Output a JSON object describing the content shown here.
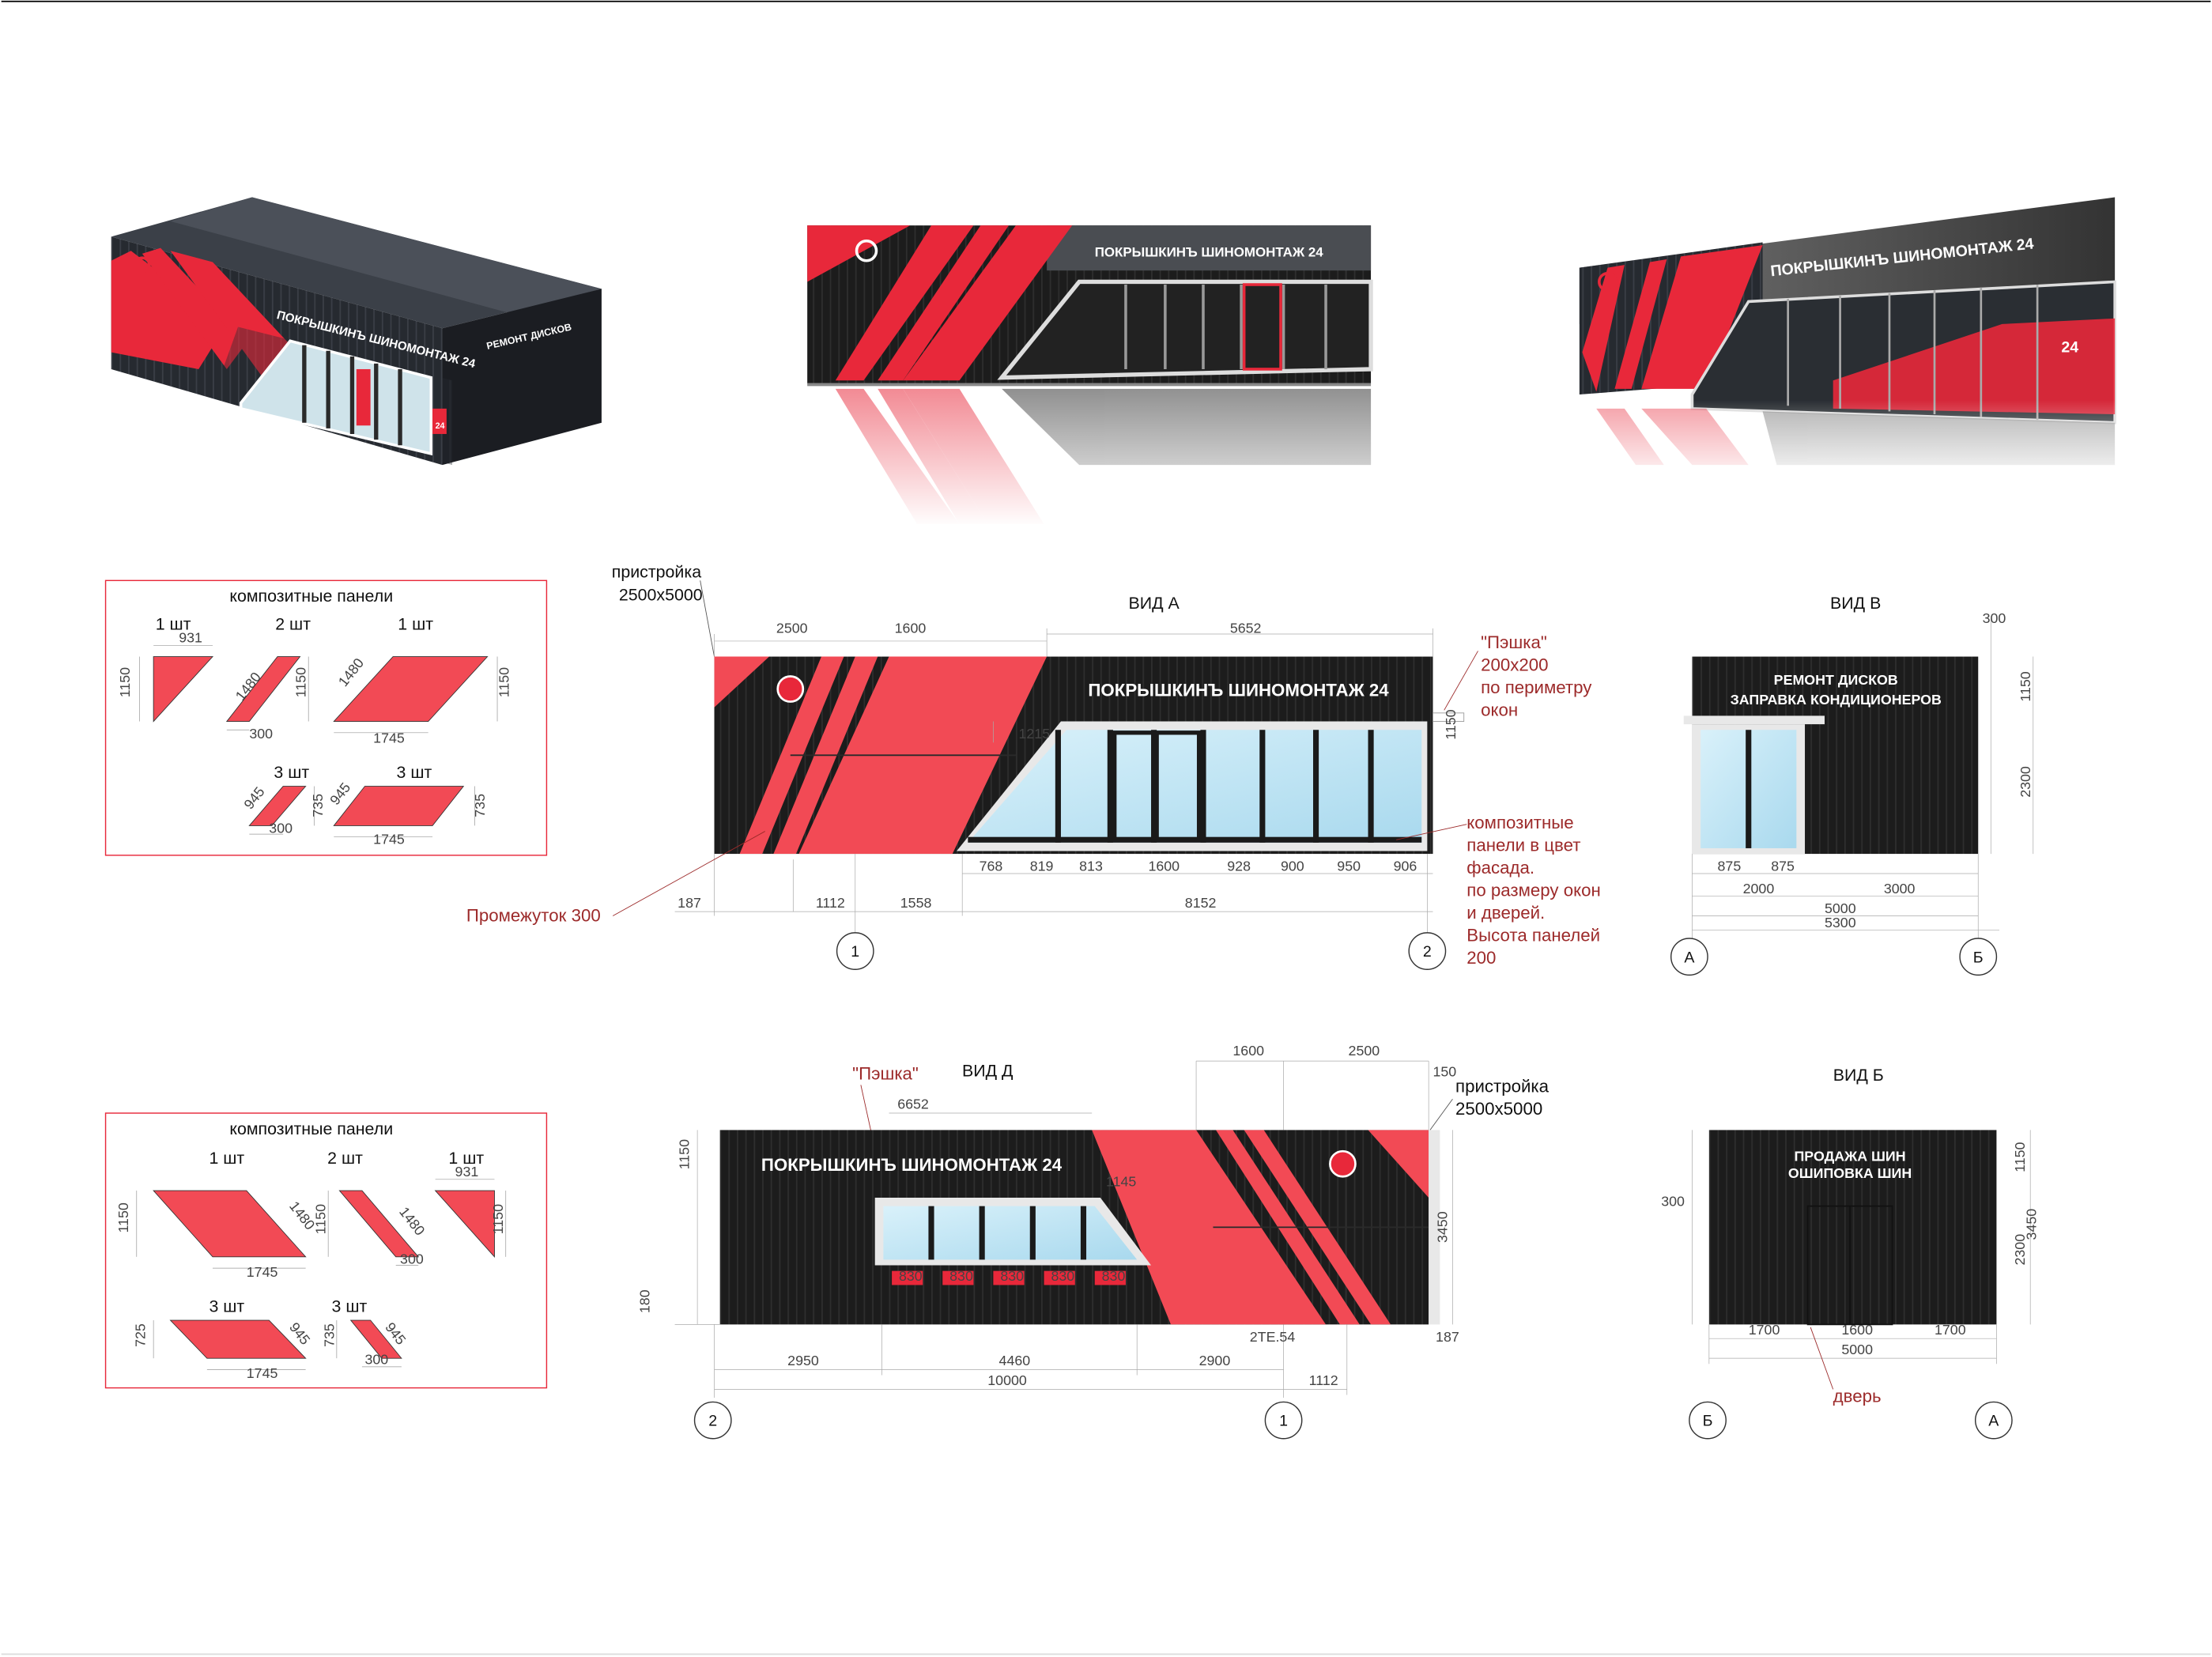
{
  "renders": {
    "sign_main": "ПОКРЫШКИНЪ ШИНОМОНТАЖ 24",
    "sign_side": "РЕМОНТ ДИСКОВ",
    "badge_24": "24"
  },
  "panels_top": {
    "title": "композитные панели",
    "q1": "1 шт",
    "q2": "2 шт",
    "q3": "1 шт",
    "q4": "3 шт",
    "q5": "3 шт",
    "d931": "931",
    "d1150a": "1150",
    "d1480a": "1480",
    "d1150b": "1150",
    "d300a": "300",
    "d1480b": "1480",
    "d1150c": "1150",
    "d1745a": "1745",
    "d945a": "945",
    "d735a": "735",
    "d300b": "300",
    "d945b": "945",
    "d735b": "735",
    "d1745b": "1745"
  },
  "panels_bottom": {
    "title": "композитные панели",
    "q1": "1 шт",
    "q2": "2 шт",
    "q3": "1 шт",
    "q4": "3 шт",
    "q5": "3 шт",
    "d1150a": "1150",
    "d1480a": "1480",
    "d1745a": "1745",
    "d1150b": "1150",
    "d1480b": "1480",
    "d300a": "300",
    "d931": "931",
    "d1150c": "1150",
    "d725": "725",
    "d945a": "945",
    "d1745b": "1745",
    "d735": "735",
    "d945b": "945",
    "d300b": "300"
  },
  "view_a": {
    "title": "ВИД А",
    "annex": "пристройка",
    "annex_size": "2500х5000",
    "sign": "ПОКРЫШКИНЪ  ШИНОМОНТАЖ 24",
    "peshka_name": "\"Пэшка\"",
    "peshka_size": "200х200",
    "peshka_l3": "по периметру",
    "peshka_l4": "окон",
    "comp_l1": "композитные",
    "comp_l2": "панели в  цвет",
    "comp_l3": "фасада.",
    "comp_l4": "по размеру окон",
    "comp_l5": "и дверей.",
    "comp_l6": "Высота панелей",
    "comp_l7": "200",
    "gap": "Промежуток 300",
    "d2500": "2500",
    "d1600": "1600",
    "d5652": "5652",
    "d1215": "1215",
    "d1150": "1150",
    "w768": "768",
    "w819": "819",
    "w813": "813",
    "w1600": "1600",
    "w928": "928",
    "w900": "900",
    "w950": "950",
    "w906": "906",
    "d187": "187",
    "d1112": "1112",
    "d1558": "1558",
    "d8152": "8152",
    "axis1": "1",
    "axis2": "2"
  },
  "view_v": {
    "title": "ВИД В",
    "sign_l1": "РЕМОНТ ДИСКОВ",
    "sign_l2": "ЗАПРАВКА КОНДИЦИОНЕРОВ",
    "d300": "300",
    "d1150": "1150",
    "d2300": "2300",
    "w875a": "875",
    "w875b": "875",
    "d2000": "2000",
    "d3000": "3000",
    "d5000": "5000",
    "d5300": "5300",
    "axis_a": "А",
    "axis_b": "Б"
  },
  "view_d": {
    "title": "ВИД Д",
    "peshka": "\"Пэшка\"",
    "annex": "пристройка",
    "annex_size": "2500х5000",
    "sign": "ПОКРЫШКИНЪ  ШИНОМОНТАЖ 24",
    "d6652": "6652",
    "d1600": "1600",
    "d2500": "2500",
    "d150": "150",
    "d1150": "1150",
    "d1145": "1145",
    "d3450": "3450",
    "d180": "180",
    "d187": "187",
    "d21054": "2ТЕ.54",
    "w830a": "830",
    "w830b": "830",
    "w830c": "830",
    "w830d": "830",
    "w830e": "830",
    "d2950": "2950",
    "d4460": "4460",
    "d2900": "2900",
    "d10000": "10000",
    "d1112": "1112",
    "axis2": "2",
    "axis1": "1"
  },
  "view_b": {
    "title": "ВИД Б",
    "sign_l1": "ПРОДАЖА ШИН",
    "sign_l2": "ОШИПОВКА ШИН",
    "d300": "300",
    "d1150": "1150",
    "d3450": "3450",
    "d2300": "2300",
    "d1700a": "1700",
    "d1600": "1600",
    "d1700b": "1700",
    "d5000": "5000",
    "door": "дверь",
    "axis_b": "Б",
    "axis_a": "А"
  },
  "colors": {
    "red": "#e8283a",
    "panel_pink": "#f24a55",
    "dark": "#1e1e1e",
    "annotation": "#9c2a2a"
  }
}
